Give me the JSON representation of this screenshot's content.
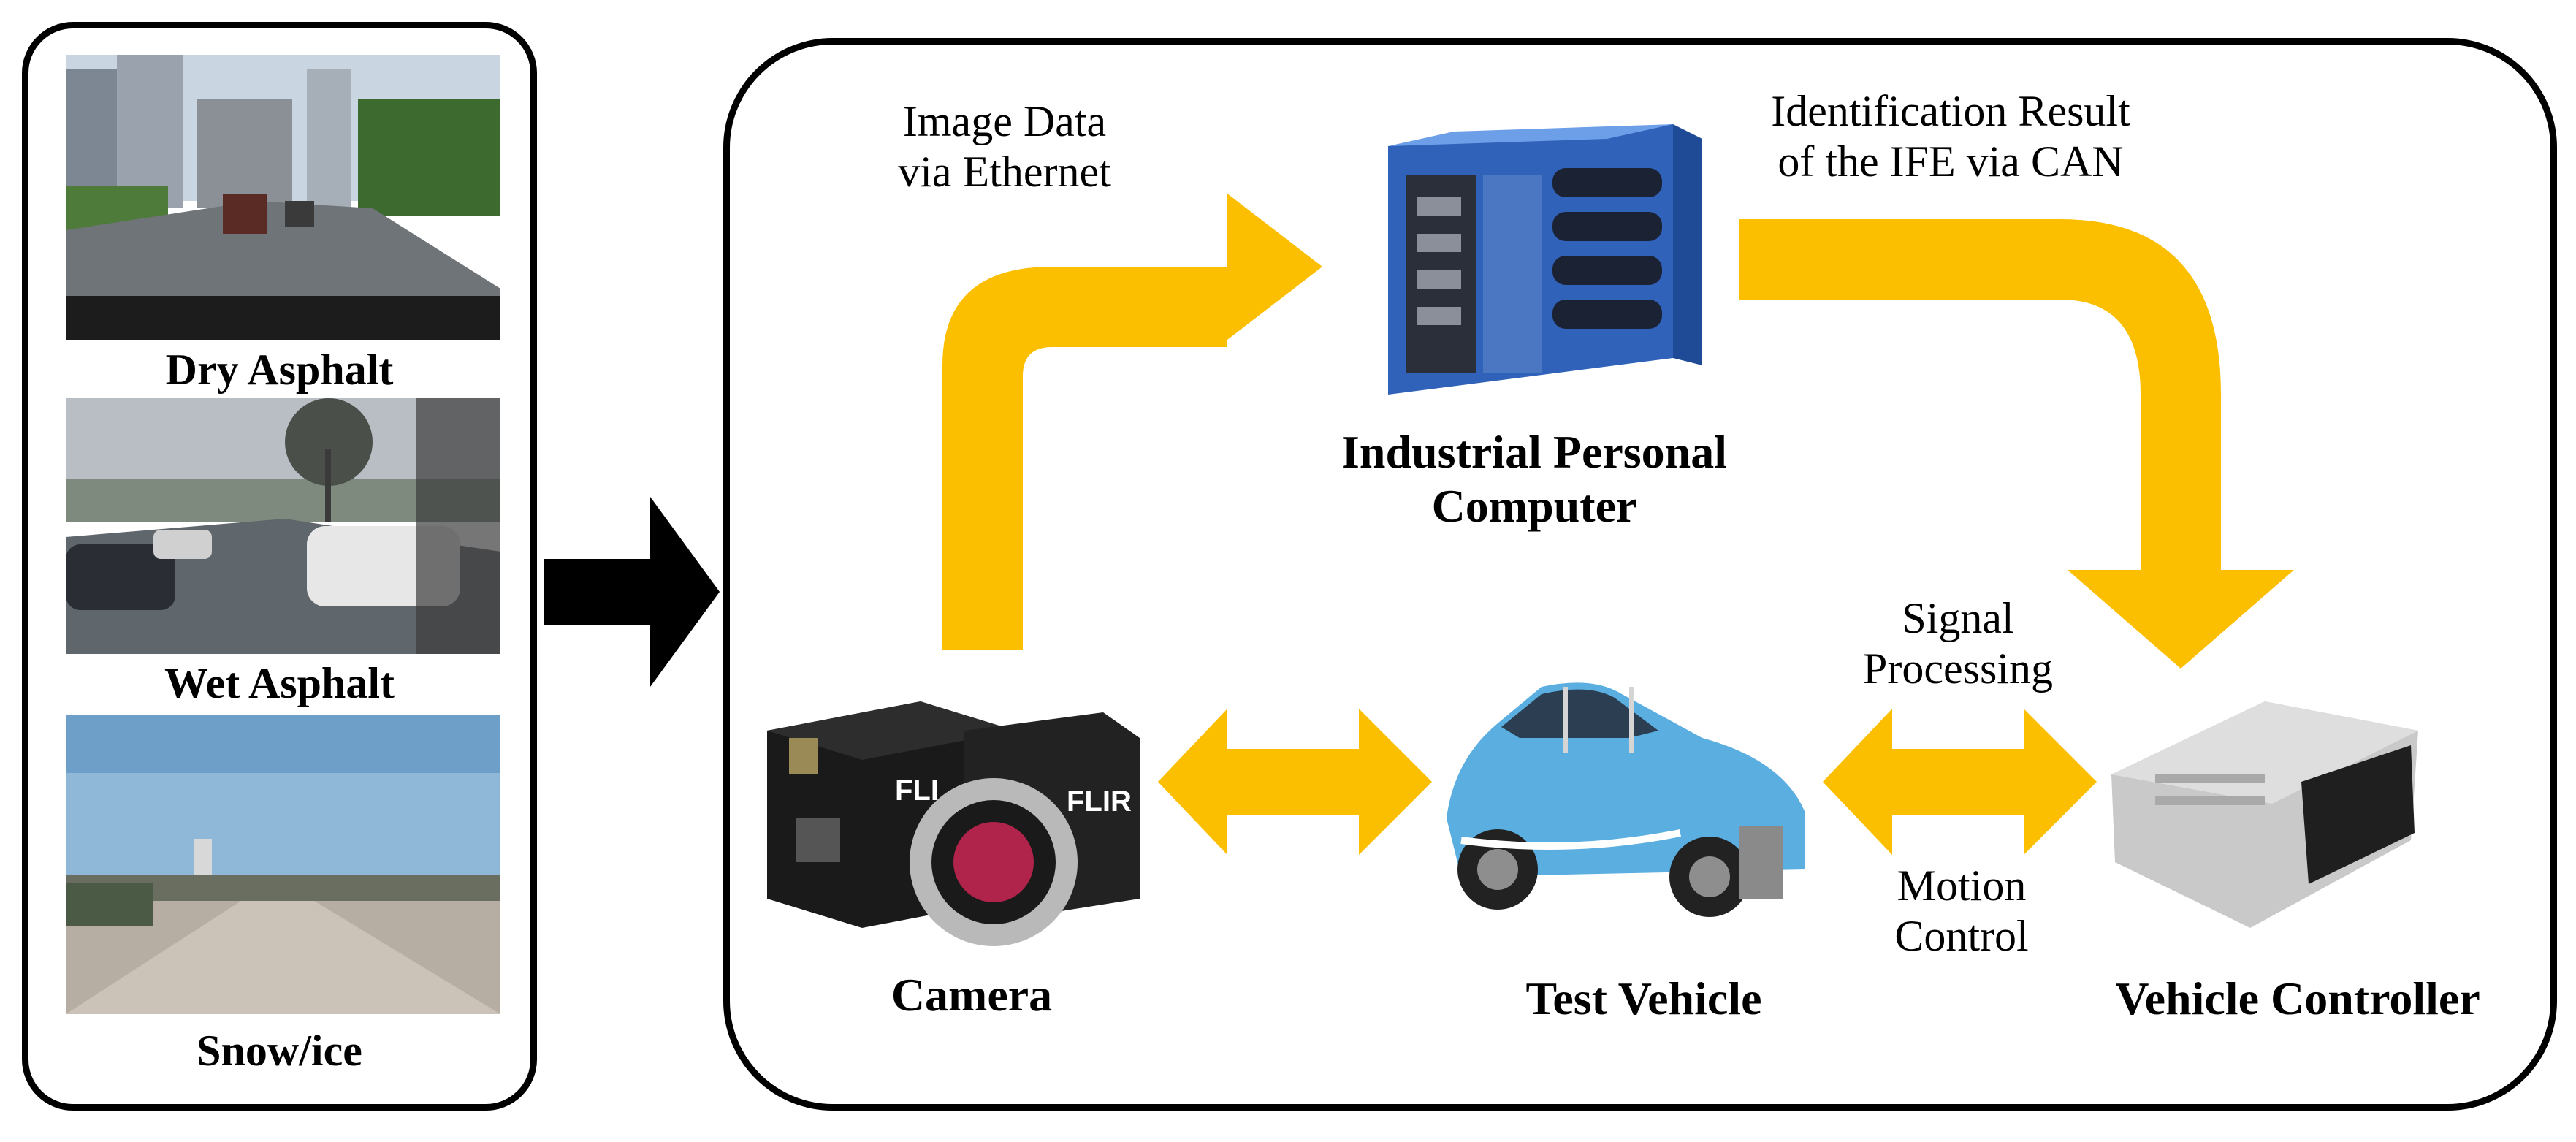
{
  "road_conditions": [
    {
      "label": "Dry Asphalt",
      "icon": "dry-road-photo"
    },
    {
      "label": "Wet Asphalt",
      "icon": "wet-road-photo"
    },
    {
      "label": "Snow/ice",
      "icon": "snow-road-photo"
    }
  ],
  "components": {
    "camera": "Camera",
    "ipc_line1": "Industrial Personal",
    "ipc_line2": "Computer",
    "vehicle": "Test Vehicle",
    "controller": "Vehicle Controller"
  },
  "flows": {
    "image_line1": "Image Data",
    "image_line2": "via Ethernet",
    "result_line1": "Identification Result",
    "result_line2": "of the IFE via CAN",
    "signal_line1": "Signal",
    "signal_line2": "Processing",
    "motion_line1": "Motion",
    "motion_line2": "Control"
  },
  "logos": {
    "camera_brand": "FLIR"
  },
  "colors": {
    "arrow": "#fbbf00",
    "frame": "#000000",
    "car_body": "#5aaee0",
    "ipc_body": "#3c78d2"
  }
}
